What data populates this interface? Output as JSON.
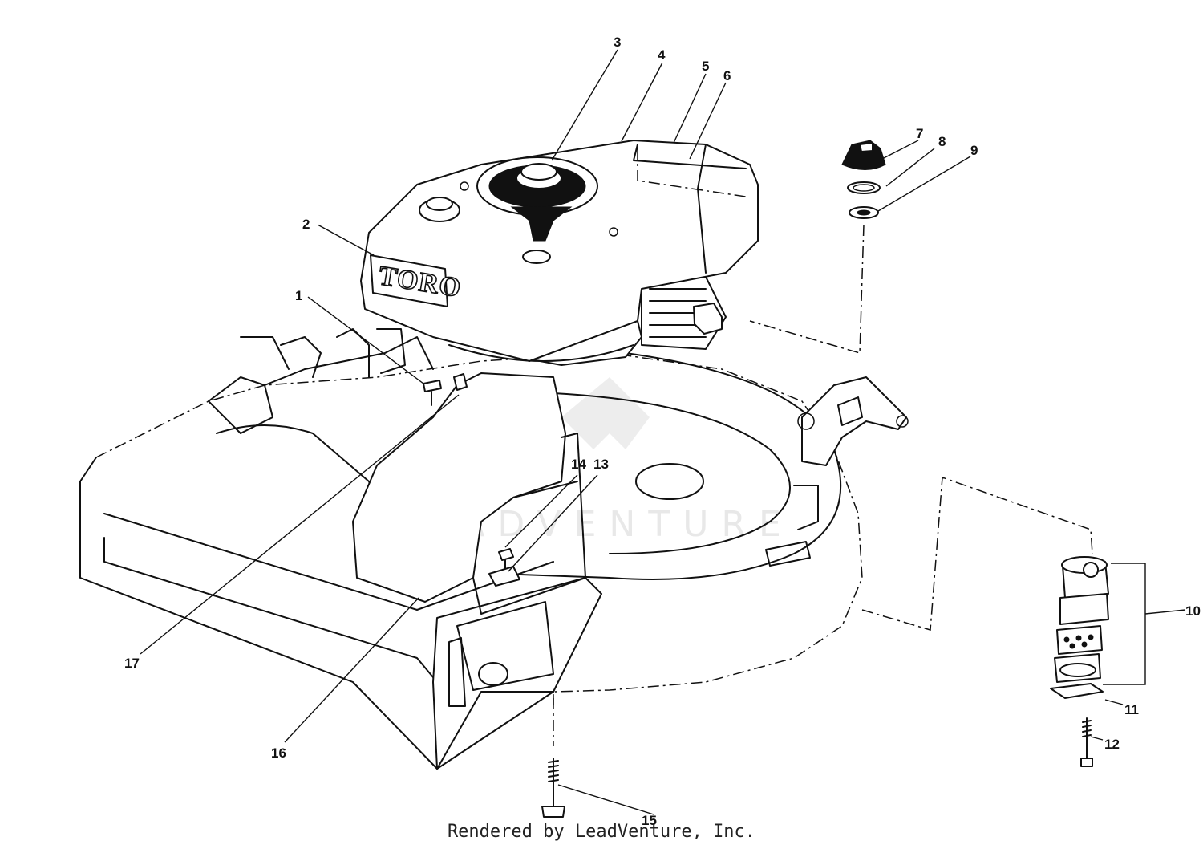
{
  "diagram": {
    "brand_label": "TORO",
    "watermark": "LEADVENTURE",
    "footer": "Rendered by LeadVenture, Inc.",
    "callouts": [
      {
        "id": "1",
        "label": "1"
      },
      {
        "id": "2",
        "label": "2"
      },
      {
        "id": "3",
        "label": "3"
      },
      {
        "id": "4",
        "label": "4"
      },
      {
        "id": "5",
        "label": "5"
      },
      {
        "id": "6",
        "label": "6"
      },
      {
        "id": "7",
        "label": "7"
      },
      {
        "id": "8",
        "label": "8"
      },
      {
        "id": "9",
        "label": "9"
      },
      {
        "id": "10",
        "label": "10"
      },
      {
        "id": "11",
        "label": "11"
      },
      {
        "id": "12",
        "label": "12"
      },
      {
        "id": "13",
        "label": "13"
      },
      {
        "id": "14",
        "label": "14"
      },
      {
        "id": "15",
        "label": "15"
      },
      {
        "id": "16",
        "label": "16"
      },
      {
        "id": "17",
        "label": "17"
      }
    ]
  }
}
